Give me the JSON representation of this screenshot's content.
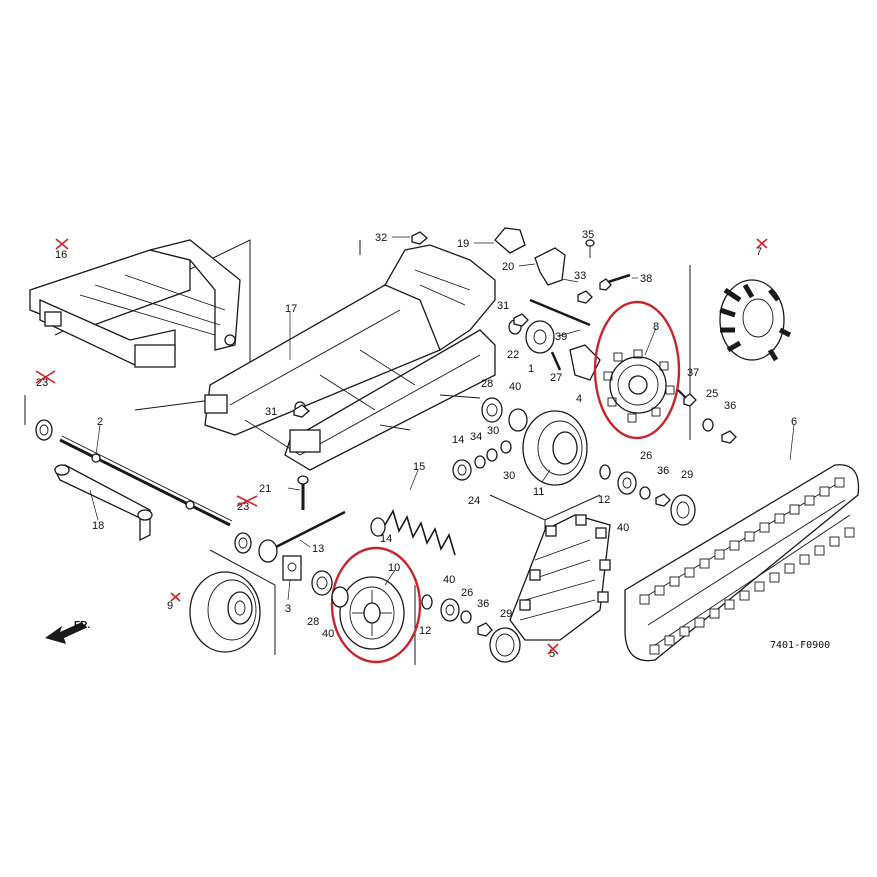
{
  "diagram": {
    "reference_code": "7401-F0900",
    "direction_label": "FR.",
    "colors": {
      "line": "#1a1a1a",
      "highlight": "#c9252c",
      "cross_mark": "#d2232a",
      "background": "#ffffff"
    },
    "callouts": {
      "p1": "1",
      "p2": "2",
      "p3": "3",
      "p4": "4",
      "p5": "5",
      "p6": "6",
      "p7": "7",
      "p8": "8",
      "p9": "9",
      "p10": "10",
      "p11": "11",
      "p12a": "12",
      "p12b": "12",
      "p13": "13",
      "p14a": "14",
      "p14b": "14",
      "p15": "15",
      "p16": "16",
      "p17": "17",
      "p18": "18",
      "p19": "19",
      "p20": "20",
      "p21": "21",
      "p22": "22",
      "p23a": "23",
      "p23b": "23",
      "p24": "24",
      "p25": "25",
      "p26a": "26",
      "p26b": "26",
      "p27": "27",
      "p28a": "28",
      "p28b": "28",
      "p29a": "29",
      "p29b": "29",
      "p30a": "30",
      "p30b": "30",
      "p31a": "31",
      "p31b": "31",
      "p32": "32",
      "p33": "33",
      "p34": "34",
      "p35": "35",
      "p36a": "36",
      "p36b": "36",
      "p36c": "36",
      "p37": "37",
      "p38": "38",
      "p39": "39",
      "p40a": "40",
      "p40b": "40",
      "p40c": "40",
      "p40d": "40"
    },
    "highlighted_parts": [
      "8",
      "10"
    ],
    "crossed_out_parts": [
      "5",
      "7",
      "9",
      "16",
      "23",
      "23"
    ]
  }
}
